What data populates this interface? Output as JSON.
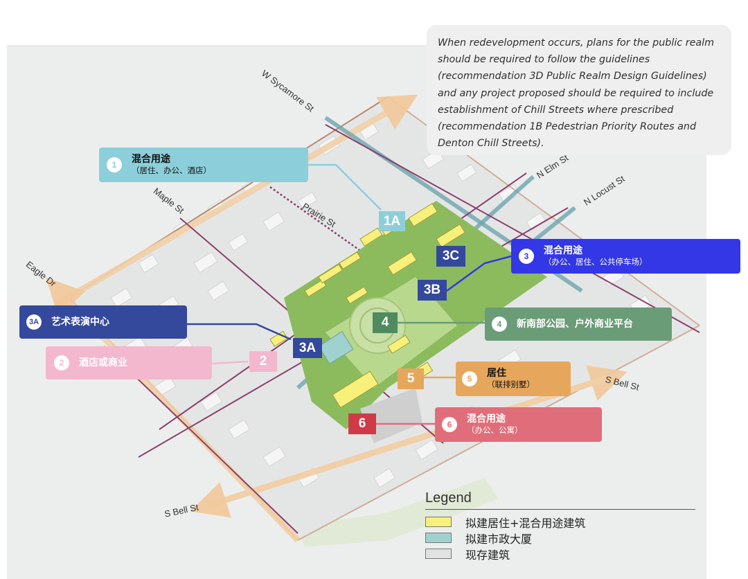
{
  "note": "When redevelopment occurs, plans for the public realm should be required to follow the guidelines (recommendation 3D Public Realm Design Guidelines) and any project proposed should be required to include establishment of Chill Streets where prescribed (recommendation 1B Pedestrian Priority Routes and Denton Chill Streets).",
  "streets": {
    "w_sycamore": "W Sycamore St",
    "n_elm": "N Elm St",
    "n_locust": "N Locust St",
    "maple": "Maple St",
    "prairie": "Prairie St",
    "eagle": "Eagle Dr",
    "s_bell_east": "S Bell St",
    "s_bell_west": "S Bell St"
  },
  "callouts": {
    "c1": {
      "num": "1",
      "title": "混合用途",
      "sub": "（居住、办公、酒店）",
      "color": "#8ccfda"
    },
    "c3": {
      "num": "3",
      "title": "混合用途",
      "sub": "（办公、居住、公共停车场）",
      "color": "#3337e6"
    },
    "c3a": {
      "num": "3A",
      "title": "艺术表演中心",
      "color": "#34489c"
    },
    "c2": {
      "num": "2",
      "title": "酒店或商业",
      "color": "#f3b8cd"
    },
    "c4": {
      "num": "4",
      "title": "新南部公园、户外商业平台",
      "color": "#6a9c77"
    },
    "c5": {
      "num": "5",
      "title": "居住",
      "sub": "（联排别墅）",
      "color": "#e6a75c"
    },
    "c6": {
      "num": "6",
      "title": "混合用途",
      "sub": "（办公、公寓）",
      "color": "#e06e7a"
    }
  },
  "tags": {
    "t1a": "1A",
    "t3c": "3C",
    "t3b": "3B",
    "t4": "4",
    "t3a": "3A",
    "t2": "2",
    "t5": "5",
    "t6": "6"
  },
  "legend": {
    "title": "Legend",
    "items": [
      {
        "label": "拟建居住+混合用途建筑",
        "color": "#f7f07a"
      },
      {
        "label": "拟建市政大厦",
        "color": "#9fd2cf"
      },
      {
        "label": "现存建筑",
        "color": "#e2e2e2"
      }
    ]
  }
}
